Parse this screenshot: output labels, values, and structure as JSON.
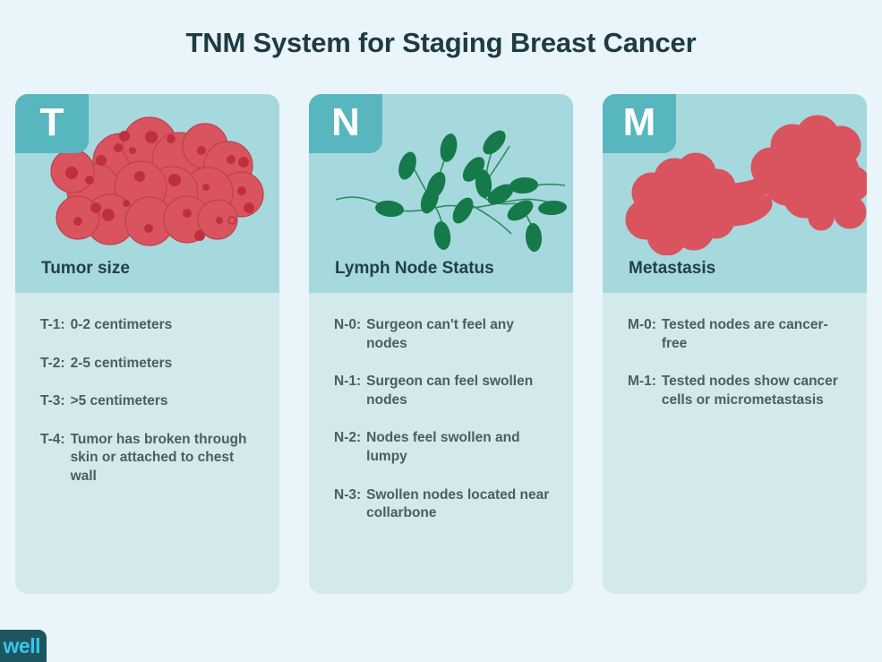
{
  "title": "TNM System for Staging Breast Cancer",
  "theme": {
    "page_background": "#e9f4fb",
    "card_background": "#d4e9ec",
    "card_header_background": "#a6d9dd",
    "badge_color": "#58b6bf",
    "title_color": "#1f3a43",
    "body_text_color": "#4c5d63",
    "tumor_cell_color": "#d9545f",
    "tumor_nucleus_color": "#c0303c",
    "lymph_node_color": "#15794a",
    "logo_background": "#1d5661",
    "logo_text_color": "#38c6e8"
  },
  "columns": [
    {
      "badge": "T",
      "label": "Tumor size",
      "art": "tumor-cluster-illustration",
      "items": [
        {
          "key": "T-1:",
          "text": "0-2 centimeters"
        },
        {
          "key": "T-2:",
          "text": "2-5 centimeters"
        },
        {
          "key": "T-3:",
          "text": ">5 centimeters"
        },
        {
          "key": "T-4:",
          "text": "Tumor has broken through skin or attached to chest wall"
        }
      ]
    },
    {
      "badge": "N",
      "label": "Lymph Node Status",
      "art": "lymph-node-network-illustration",
      "items": [
        {
          "key": "N-0:",
          "text": "Surgeon can't feel any nodes"
        },
        {
          "key": "N-1:",
          "text": "Surgeon can feel swollen nodes"
        },
        {
          "key": "N-2:",
          "text": "Nodes feel swollen and lumpy"
        },
        {
          "key": "N-3:",
          "text": "Swollen nodes located near collarbone"
        }
      ]
    },
    {
      "badge": "M",
      "label": "Metastasis",
      "art": "metastasis-spreading-cells-illustration",
      "items": [
        {
          "key": "M-0:",
          "text": "Tested nodes are cancer-free"
        },
        {
          "key": "M-1:",
          "text": "Tested nodes show cancer cells or micrometastasis"
        }
      ]
    }
  ],
  "logo": {
    "text": "well"
  }
}
